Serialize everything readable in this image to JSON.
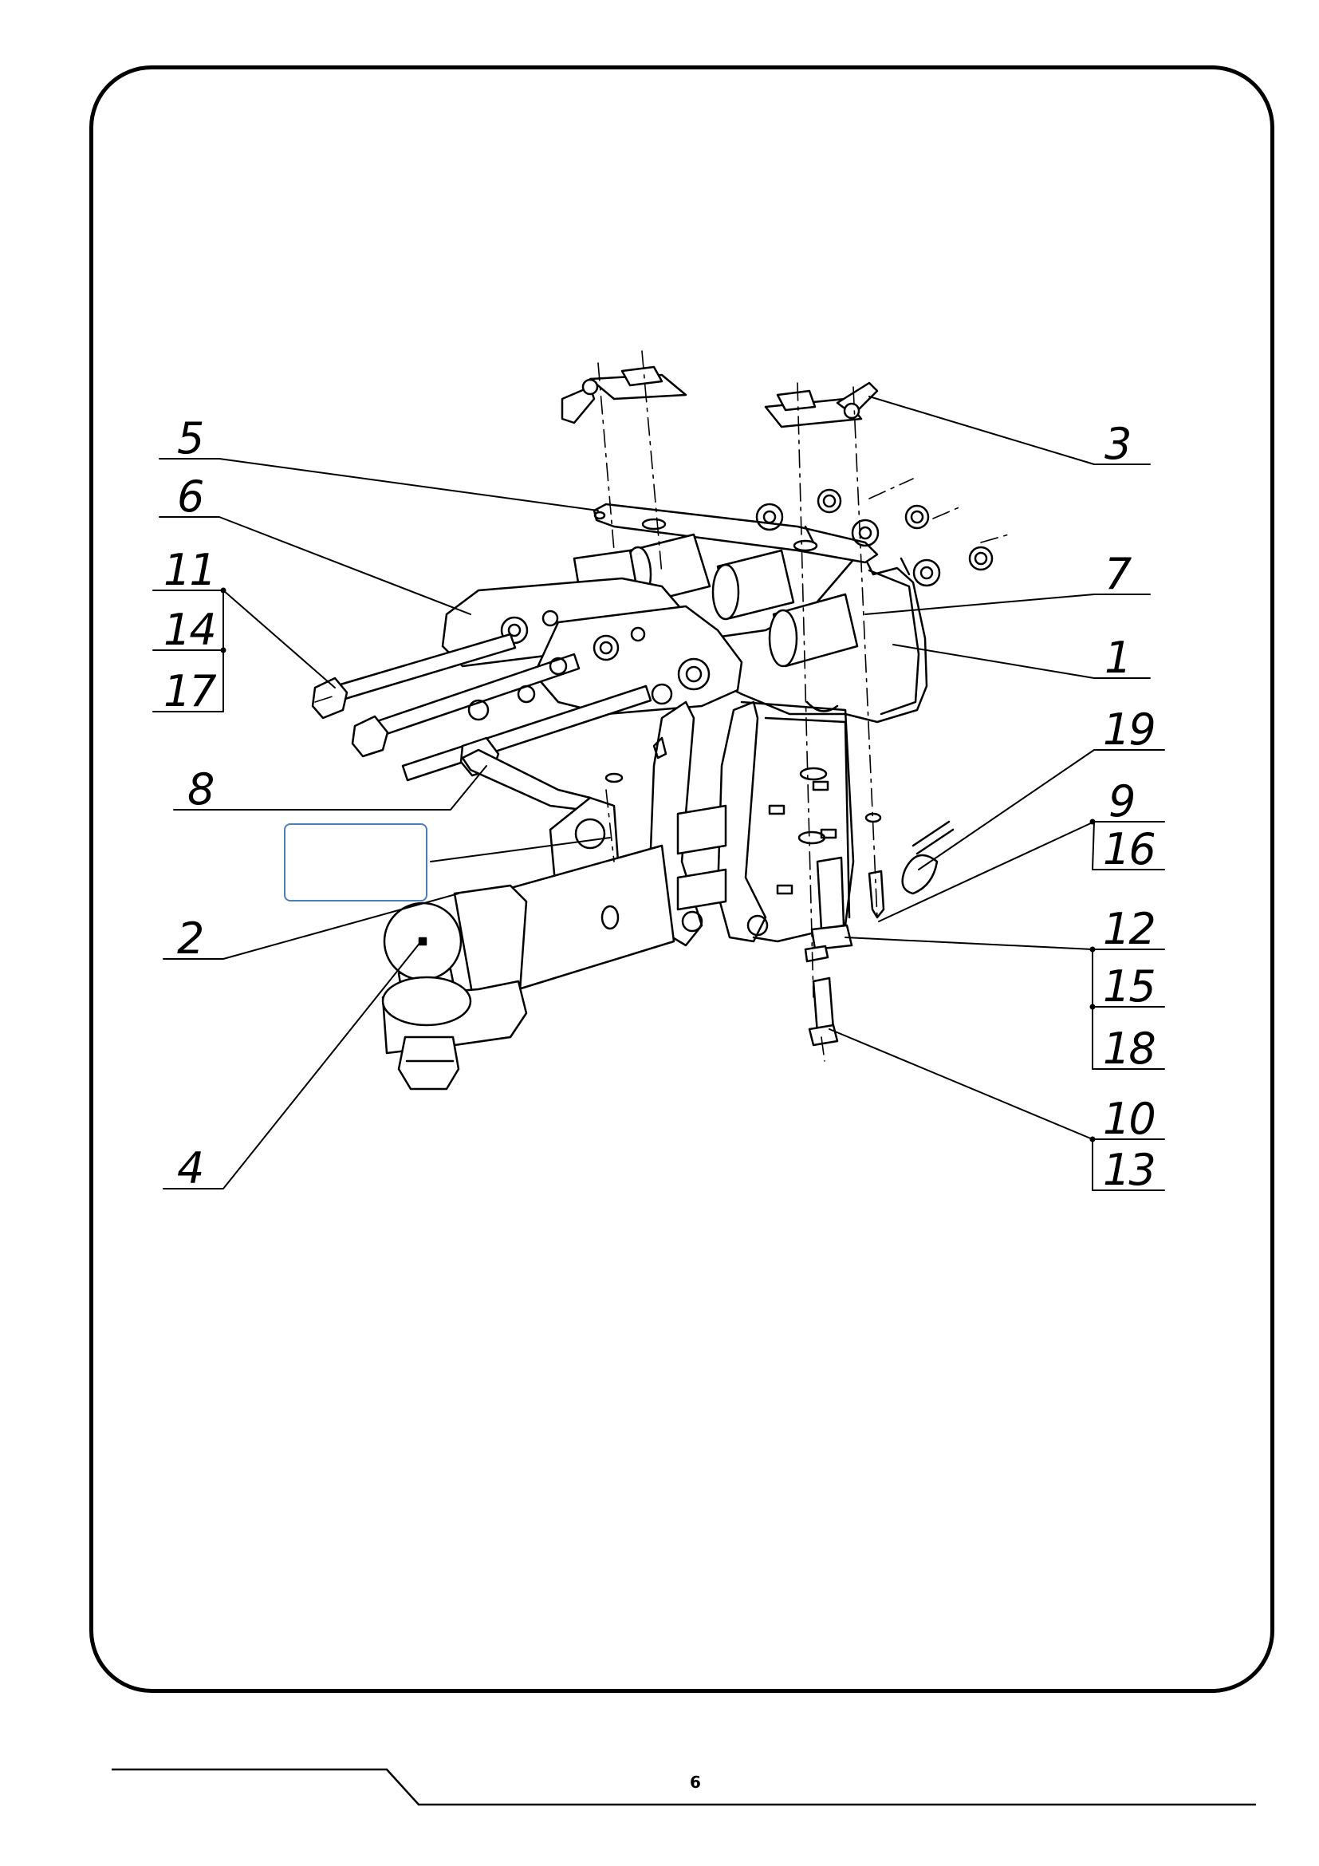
{
  "page": {
    "page_number": "6"
  },
  "diagram": {
    "callouts": [
      "5",
      "6",
      "11",
      "14",
      "17",
      "8",
      "2",
      "4",
      "3",
      "7",
      "1",
      "19",
      "9",
      "16",
      "12",
      "15",
      "18",
      "10",
      "13"
    ]
  }
}
